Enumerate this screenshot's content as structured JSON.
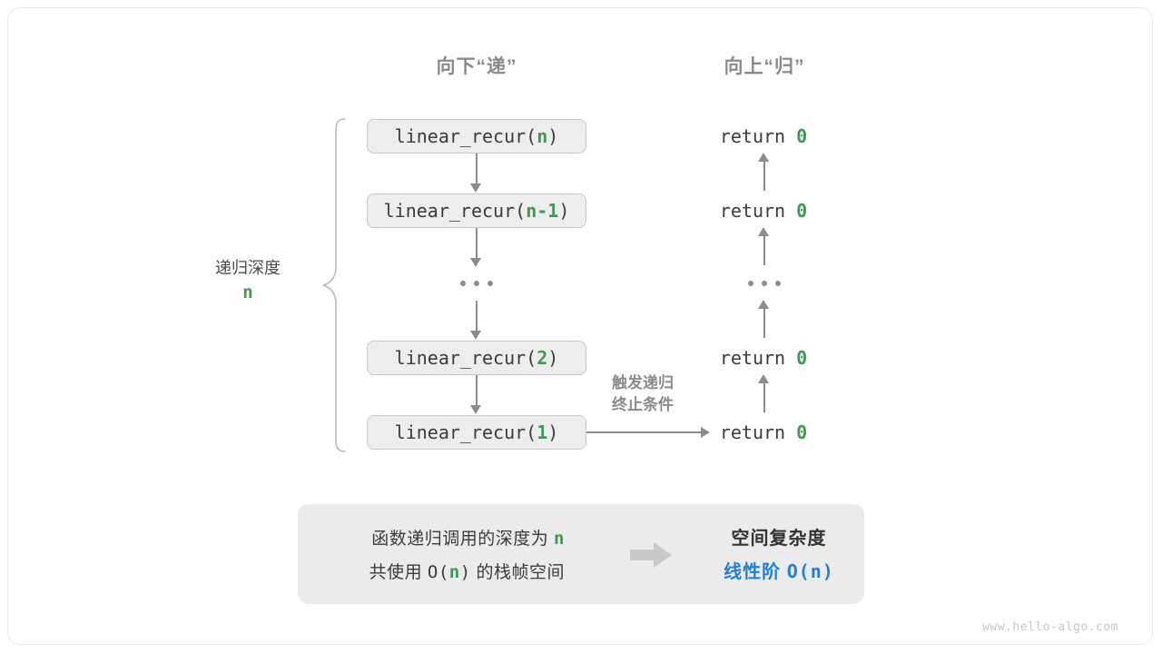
{
  "diagram": {
    "headers": {
      "down": "向下“递”",
      "up": "向上“归”"
    },
    "depth_label": {
      "text": "递归深度",
      "value": "n"
    },
    "calls": [
      {
        "prefix": "linear_recur(",
        "arg": "n",
        "suffix": ")"
      },
      {
        "prefix": "linear_recur(",
        "arg": "n-1",
        "suffix": ")"
      },
      {
        "prefix": "linear_recur(",
        "arg": "2",
        "suffix": ")"
      },
      {
        "prefix": "linear_recur(",
        "arg": "1",
        "suffix": ")"
      }
    ],
    "returns": [
      {
        "keyword": "return",
        "value": "0"
      },
      {
        "keyword": "return",
        "value": "0"
      },
      {
        "keyword": "return",
        "value": "0"
      },
      {
        "keyword": "return",
        "value": "0"
      }
    ],
    "ellipsis": "...",
    "trigger_note": {
      "line1": "触发递归",
      "line2": "终止条件"
    }
  },
  "summary": {
    "left": {
      "line1_a": "函数递归调用的深度为",
      "line1_n": "n",
      "line2_a": "共使用",
      "line2_o": "O(",
      "line2_n": "n",
      "line2_c": ")",
      "line2_b": "的栈帧空间"
    },
    "arrow_icon": "thick-right-arrow",
    "right": {
      "title": "空间复杂度",
      "order_label": "线性阶",
      "order_value": "O(n)"
    }
  },
  "watermark": "www.hello-algo.com",
  "colors": {
    "accent_green": "#3f9950",
    "accent_blue": "#1f81d6",
    "box_fill": "#ededed",
    "box_border": "#c9c9c9",
    "line_gray": "#8c8c8c",
    "heading_gray": "#8a8a8a",
    "summary_fill": "#ebebeb"
  }
}
